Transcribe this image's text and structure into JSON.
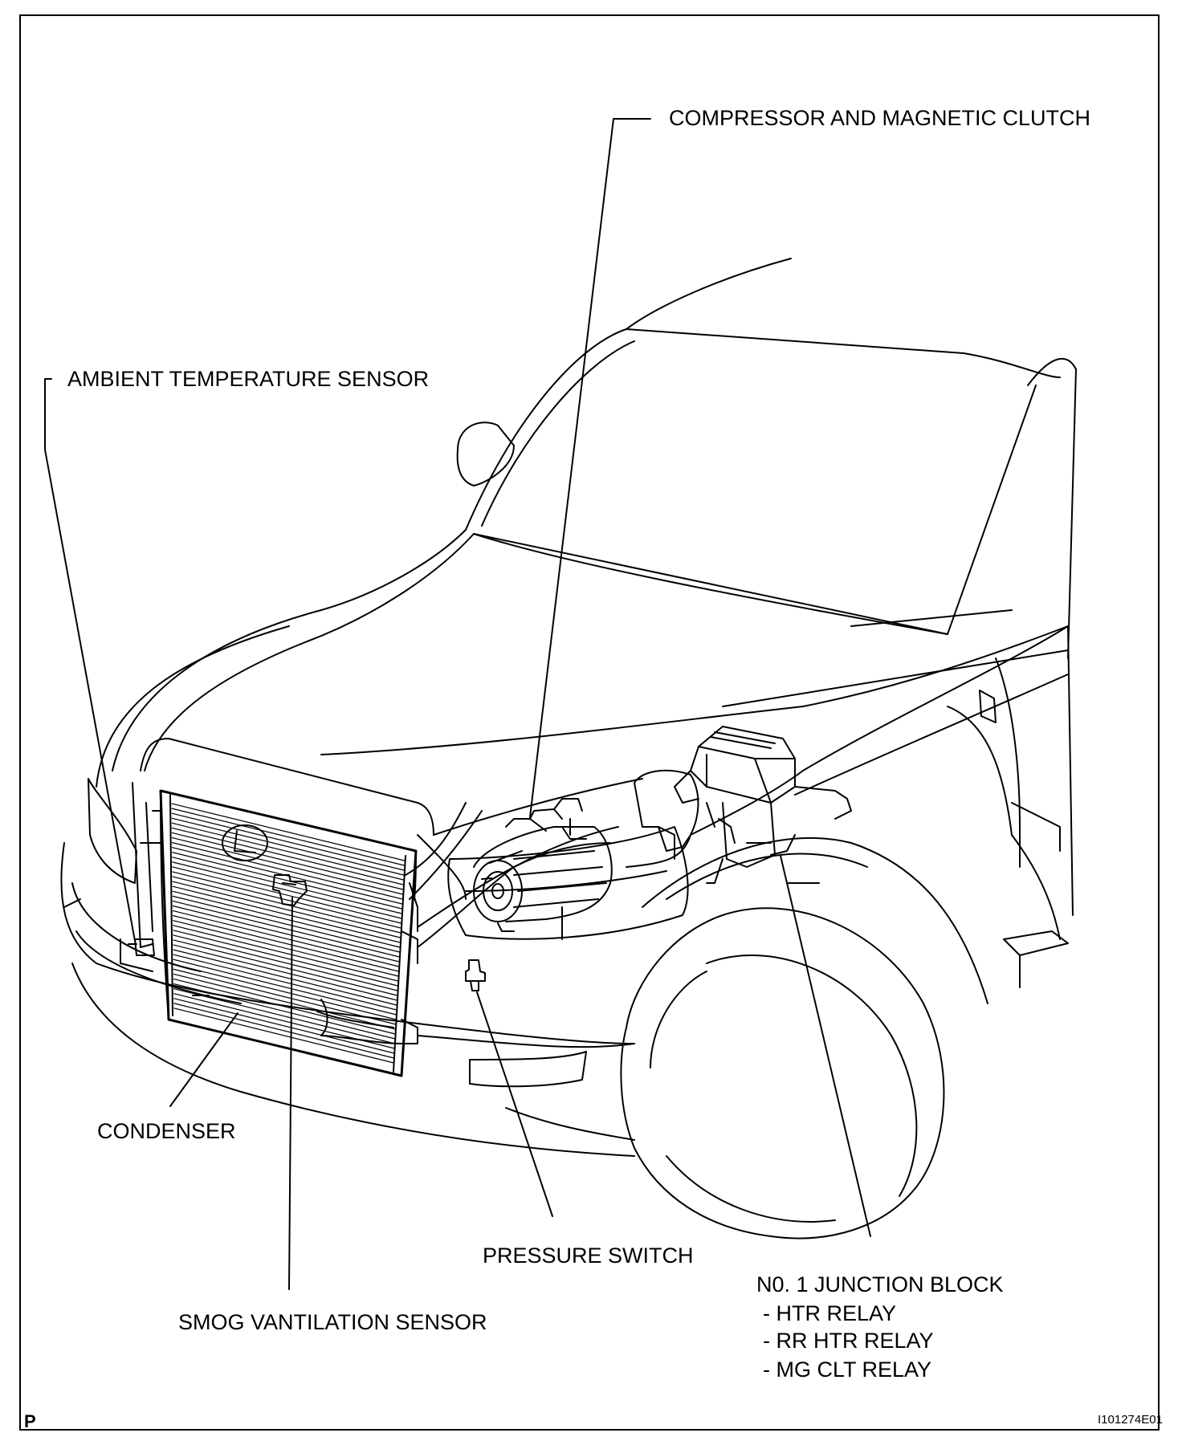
{
  "labels": {
    "compressor": "COMPRESSOR AND MAGNETIC CLUTCH",
    "ambient": "AMBIENT TEMPERATURE SENSOR",
    "condenser": "CONDENSER",
    "pressure": "PRESSURE SWITCH",
    "junction": "N0. 1 JUNCTION BLOCK",
    "junction_items": [
      "- HTR RELAY",
      "- RR HTR RELAY",
      "- MG CLT RELAY"
    ],
    "smog": "SMOG VANTILATION SENSOR"
  },
  "corner_mark": "P",
  "figure_id": "I101274E01"
}
